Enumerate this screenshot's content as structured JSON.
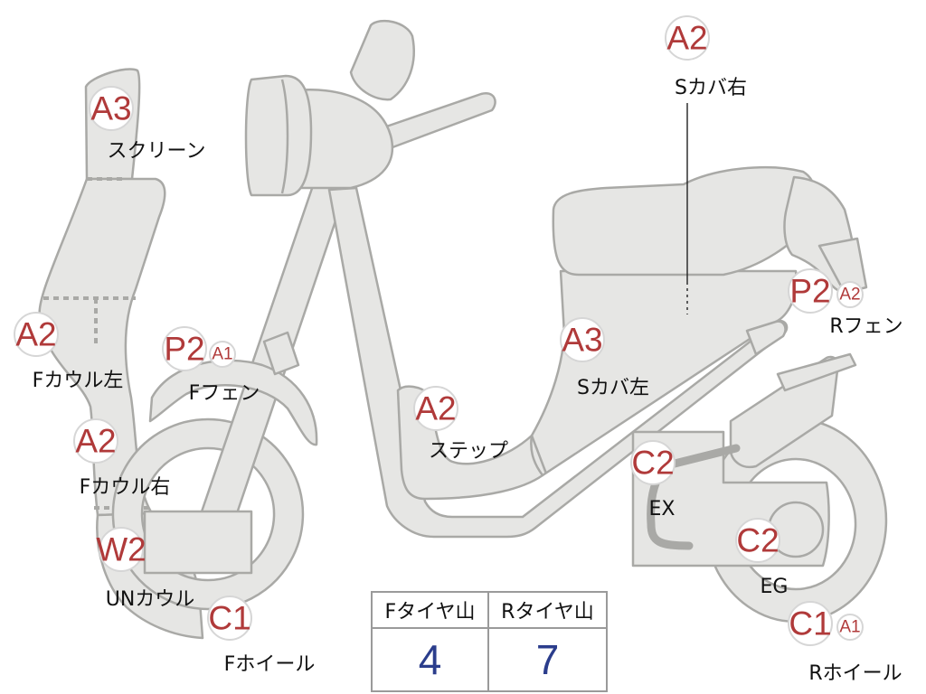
{
  "labels": {
    "screen": {
      "grade": "A3",
      "name": "スクリーン"
    },
    "fcowl_left": {
      "grade": "A2",
      "name": "Fカウル左"
    },
    "fcowl_right": {
      "grade": "A2",
      "name": "Fカウル右"
    },
    "un_cowl": {
      "grade": "W2",
      "name": "UNカウル"
    },
    "f_wheel": {
      "grade": "C1",
      "name": "Fホイール"
    },
    "f_fender": {
      "grade": "P2",
      "grade_sub": "A1",
      "name": "Fフェン"
    },
    "step": {
      "grade": "A2",
      "name": "ステップ"
    },
    "s_cover_left": {
      "grade": "A3",
      "name": "Sカバ左"
    },
    "s_cover_right": {
      "grade": "A2",
      "name": "Sカバ右"
    },
    "r_fender": {
      "grade": "P2",
      "grade_sub": "A2",
      "name": "Rフェン"
    },
    "exhaust": {
      "grade": "C2",
      "name": "EX"
    },
    "engine": {
      "grade": "C2",
      "name": "EG"
    },
    "r_wheel": {
      "grade": "C1",
      "grade_sub": "A1",
      "name": "Rホイール"
    }
  },
  "tread_table": {
    "front_header": "Fタイヤ山",
    "rear_header": "Rタイヤ山",
    "front_value": "4",
    "rear_value": "7"
  },
  "colors": {
    "part_fill": "#e6e6e4",
    "part_outline": "#a9a9a6",
    "grade_text": "#b03a3a",
    "tread_value_text": "#2b3d8c"
  }
}
